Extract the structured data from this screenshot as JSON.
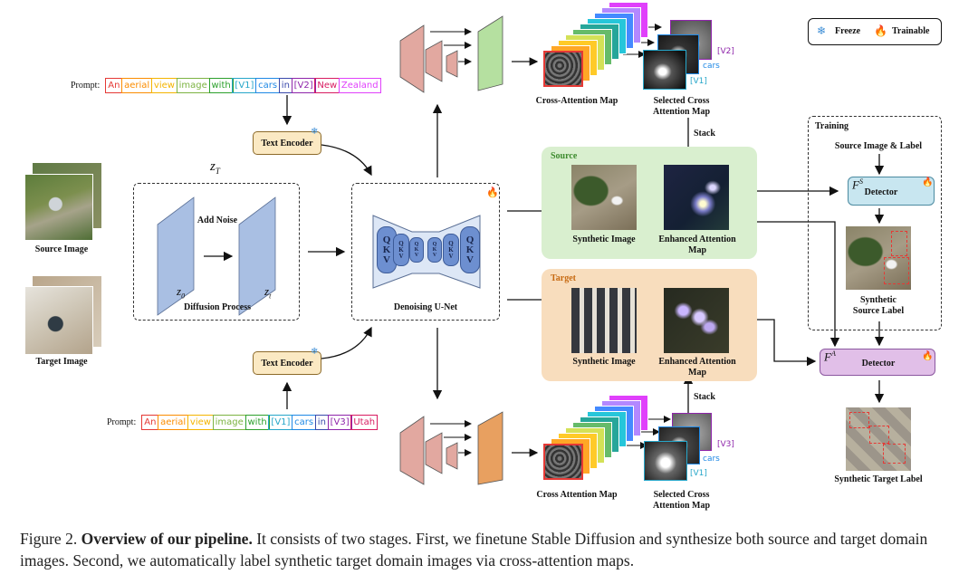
{
  "legend": {
    "freeze": "Freeze",
    "trainable": "Trainable"
  },
  "prompts": {
    "label": "Prompt:",
    "source_tokens": [
      {
        "t": "An",
        "c": "#e53935"
      },
      {
        "t": "aerial",
        "c": "#fb8c00"
      },
      {
        "t": "view",
        "c": "#f4b400"
      },
      {
        "t": "image",
        "c": "#7cb342"
      },
      {
        "t": "with",
        "c": "#2ca02c"
      },
      {
        "t": "[V1]",
        "c": "#26a6c9"
      },
      {
        "t": "cars",
        "c": "#1e88e5"
      },
      {
        "t": "in",
        "c": "#3949ab"
      },
      {
        "t": "[V2]",
        "c": "#8e24aa"
      },
      {
        "t": "New",
        "c": "#d81b60"
      },
      {
        "t": "Zealand",
        "c": "#e040fb"
      }
    ],
    "target_tokens": [
      {
        "t": "An",
        "c": "#e53935"
      },
      {
        "t": "aerial",
        "c": "#fb8c00"
      },
      {
        "t": "view",
        "c": "#f4b400"
      },
      {
        "t": "image",
        "c": "#7cb342"
      },
      {
        "t": "with",
        "c": "#2ca02c"
      },
      {
        "t": "[V1]",
        "c": "#26a6c9"
      },
      {
        "t": "cars",
        "c": "#1e88e5"
      },
      {
        "t": "in",
        "c": "#3949ab"
      },
      {
        "t": "[V3]",
        "c": "#8e24aa"
      },
      {
        "t": "Utah",
        "c": "#d81b60"
      }
    ]
  },
  "labels": {
    "text_encoder": "Text Encoder",
    "source_image": "Source Image",
    "target_image": "Target Image",
    "z_T": "z",
    "z_T_sub": "T",
    "add_noise": "Add Noise",
    "z_0": "z",
    "z_0_sub": "0",
    "z_t": "z",
    "z_t_sub": "t",
    "diffusion_process": "Diffusion Process",
    "denoising_unet": "Denoising U-Net",
    "qkv_q": "Q",
    "qkv_k": "K",
    "qkv_v": "V",
    "cross_attention_map_top": "Cross-Attention Map",
    "cross_attention_map_bottom": "Cross Attention Map",
    "selected_cross_top": "Selected Cross\nAttention Map",
    "selected_cross_bottom": "Selected Cross\nAttention Map",
    "stack": "Stack",
    "source_panel": "Source",
    "target_panel": "Target",
    "synthetic_image": "Synthetic Image",
    "enhanced_attention_map": "Enhanced Attention\nMap",
    "training": "Training",
    "source_image_label": "Source Image & Label",
    "detector": "Detector",
    "F_S": "F",
    "F_S_sup": "S",
    "F_A": "F",
    "F_A_sup": "A",
    "synthetic_source_label": "Synthetic\nSource Label",
    "synthetic_target_label": "Synthetic Target Label",
    "v2": "[V2]",
    "v1": "[V1]",
    "v3": "[V3]",
    "cars": "cars"
  },
  "caption": {
    "prefix": "Figure 2. ",
    "bold": "Overview of our pipeline.",
    "rest": " It consists of two stages. First, we finetune Stable Diffusion and synthesize both source and target domain images. Second, we automatically label synthetic target domain images via cross-attention maps."
  }
}
